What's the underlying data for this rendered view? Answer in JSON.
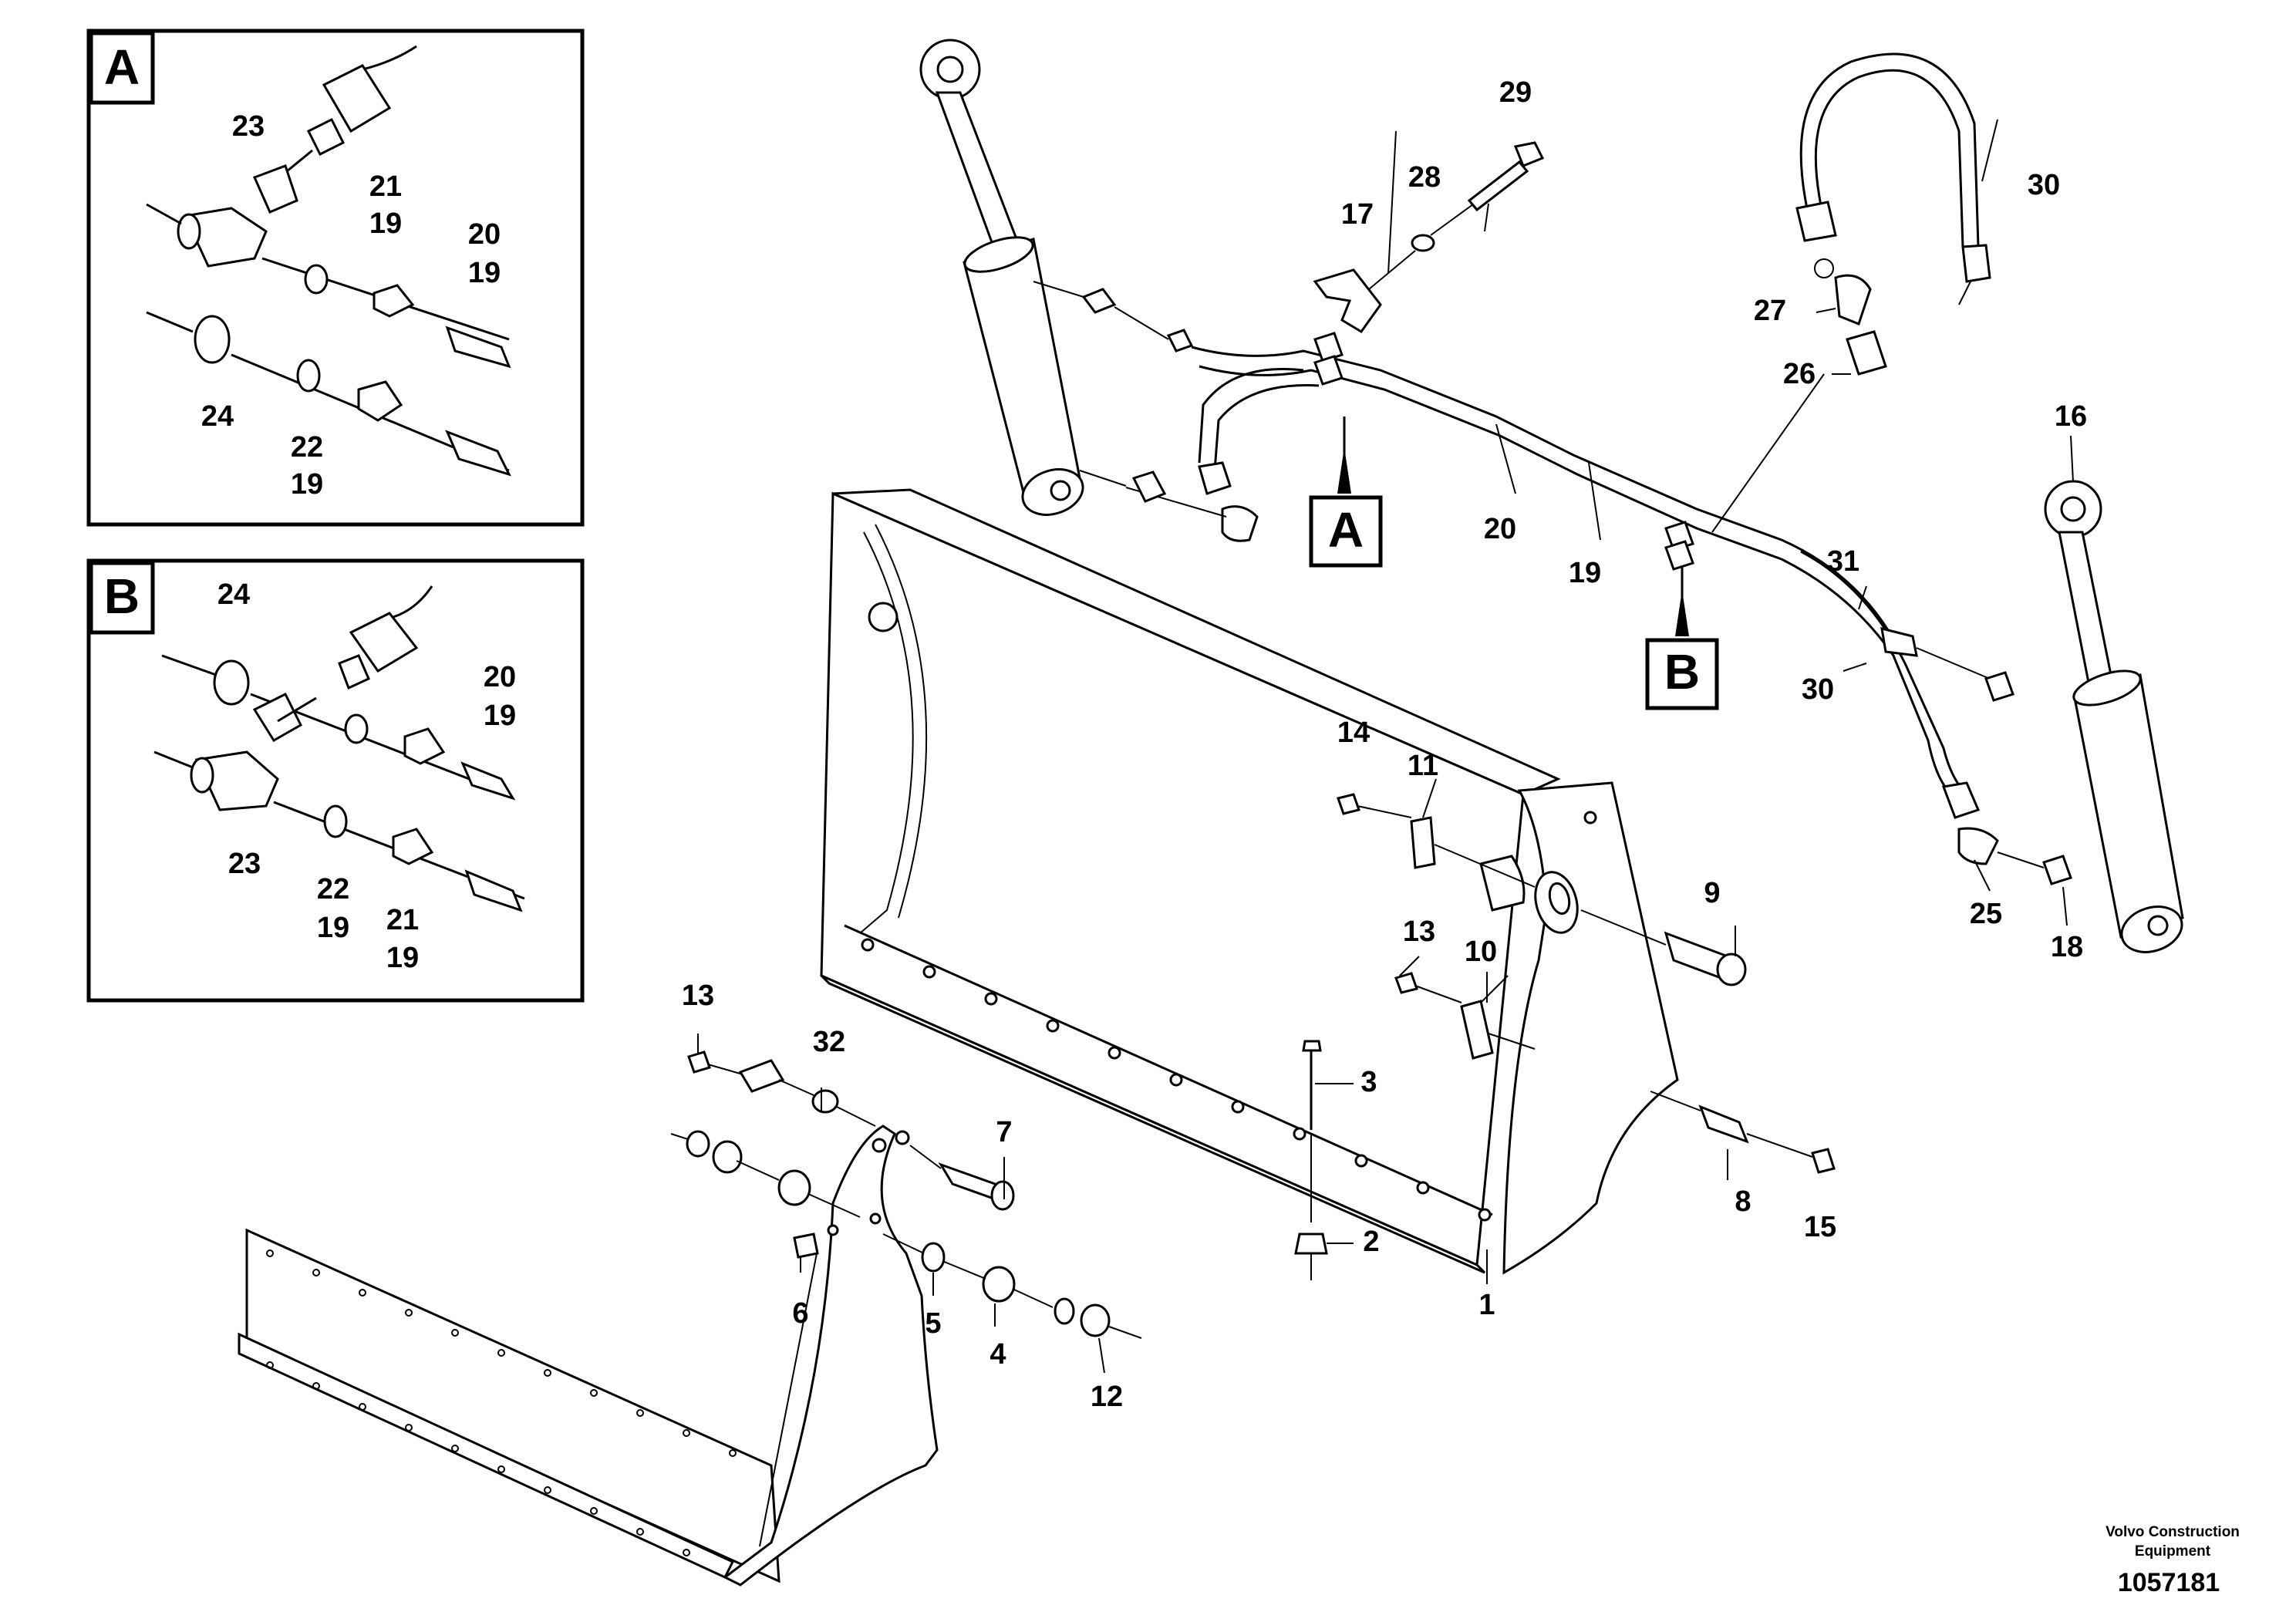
{
  "detail_views": {
    "a": {
      "letter": "A",
      "callouts": [
        "23",
        "21",
        "19",
        "20",
        "19",
        "24",
        "22",
        "19"
      ]
    },
    "b": {
      "letter": "B",
      "callouts": [
        "24",
        "20",
        "19",
        "23",
        "22",
        "19",
        "21",
        "19"
      ]
    }
  },
  "markers": {
    "a": "A",
    "b": "B"
  },
  "callouts": {
    "c1": "1",
    "c2": "2",
    "c3": "3",
    "c4": "4",
    "c5": "5",
    "c6": "6",
    "c7": "7",
    "c8": "8",
    "c9": "9",
    "c10": "10",
    "c11": "11",
    "c12": "12",
    "c13a": "13",
    "c13b": "13",
    "c14": "14",
    "c15": "15",
    "c16": "16",
    "c17": "17",
    "c18": "18",
    "c19": "19",
    "c20": "20",
    "c25": "25",
    "c26": "26",
    "c27": "27",
    "c28": "28",
    "c29": "29",
    "c30a": "30",
    "c30b": "30",
    "c31": "31",
    "c32": "32"
  },
  "footer": {
    "brand_line1": "Volvo Construction",
    "brand_line2": "Equipment",
    "doc_number": "1057181"
  }
}
